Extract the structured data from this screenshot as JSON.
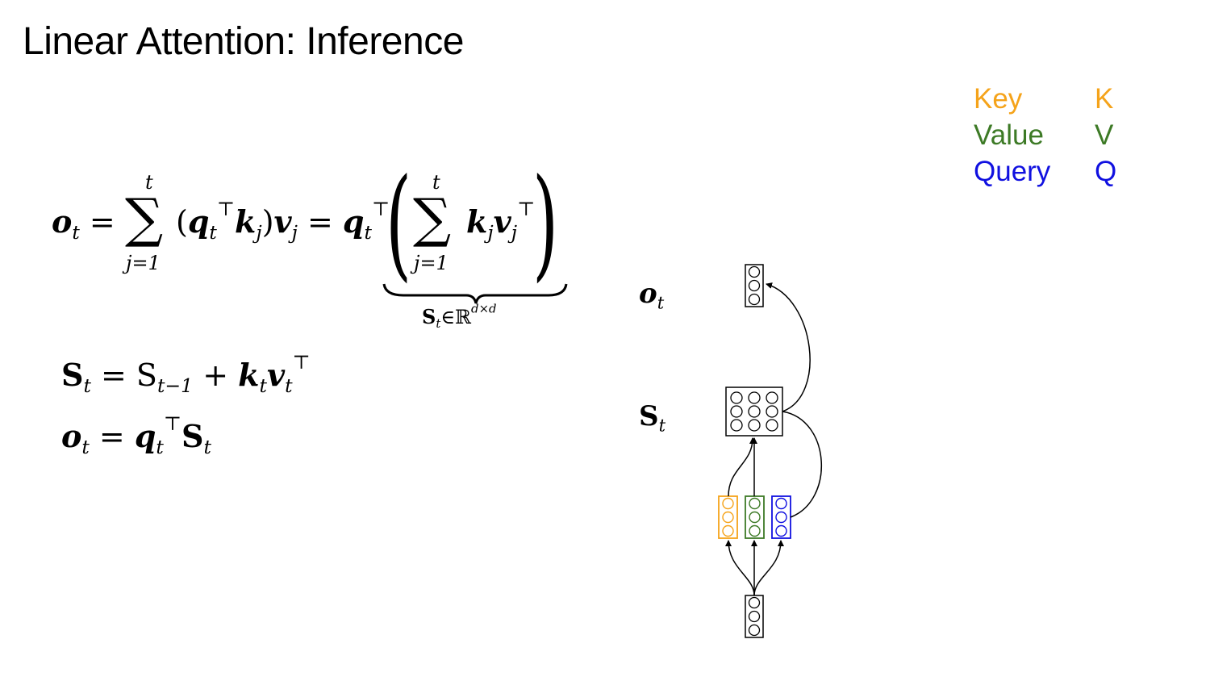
{
  "title": "Linear Attention: Inference",
  "legend": [
    {
      "name": "Key",
      "symbol": "K",
      "color": "#f5a31a"
    },
    {
      "name": "Value",
      "symbol": "V",
      "color": "#3d7a26"
    },
    {
      "name": "Query",
      "symbol": "Q",
      "color": "#1010e0"
    }
  ],
  "equations": {
    "main_lhs": "o",
    "main_lhs_sub": "t",
    "sum_upper": "t",
    "sum_lower": "j=1",
    "underbrace_label": "S",
    "underbrace_sub": "t",
    "underbrace_set": "∈ℝ",
    "underbrace_sup": "d×d",
    "recurrence_lhs": "S",
    "recurrence_rhs": "= S",
    "recurrence_prev_sub": "t−1",
    "output_rule": "o"
  },
  "diagram": {
    "output_label": "o",
    "output_label_sub": "t",
    "state_label": "S",
    "state_label_sub": "t"
  }
}
